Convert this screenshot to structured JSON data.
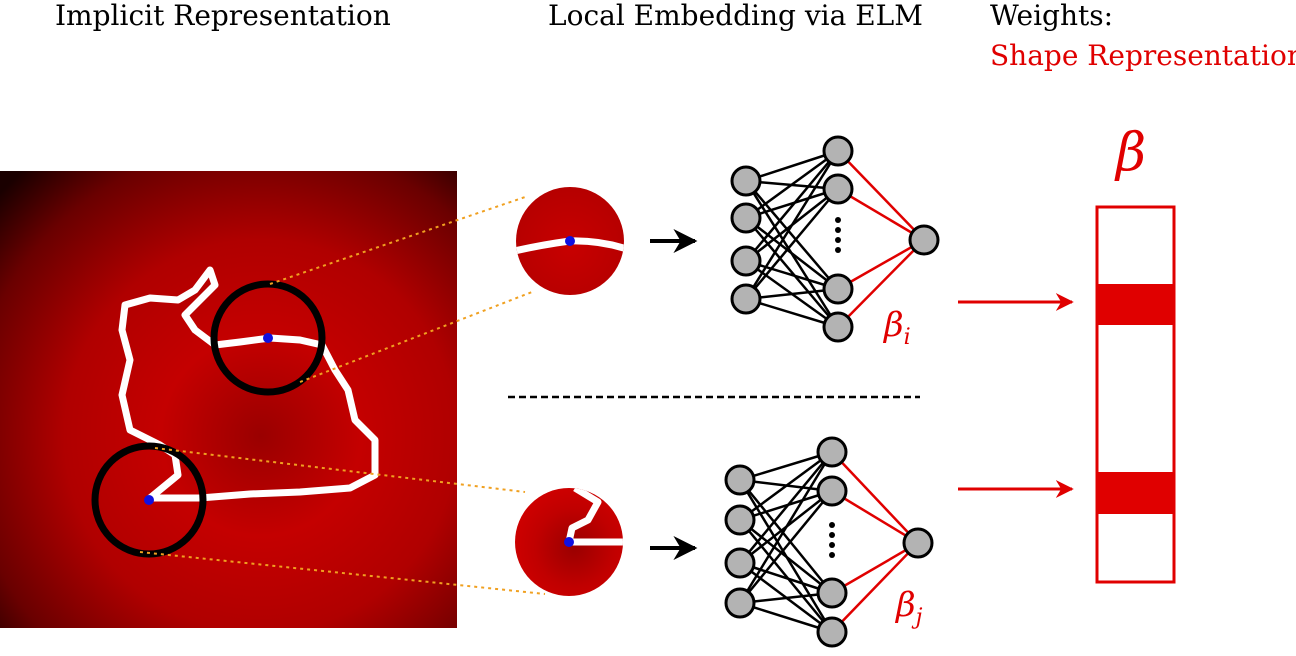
{
  "titles": {
    "implicit_representation": "Implicit Representation",
    "local_embedding": "Local Embedding via ELM",
    "weights": "Weights:",
    "shape_representation": "Shape Representation"
  },
  "symbols": {
    "beta": "β",
    "beta_i_main": "β",
    "beta_i_sub": "i",
    "beta_j_main": "β",
    "beta_j_sub": "j"
  },
  "colors": {
    "accent_red": "#e00000",
    "node_fill": "#b3b3b3",
    "dotted_line": "#f0a020",
    "point_blue": "#1010e0"
  }
}
